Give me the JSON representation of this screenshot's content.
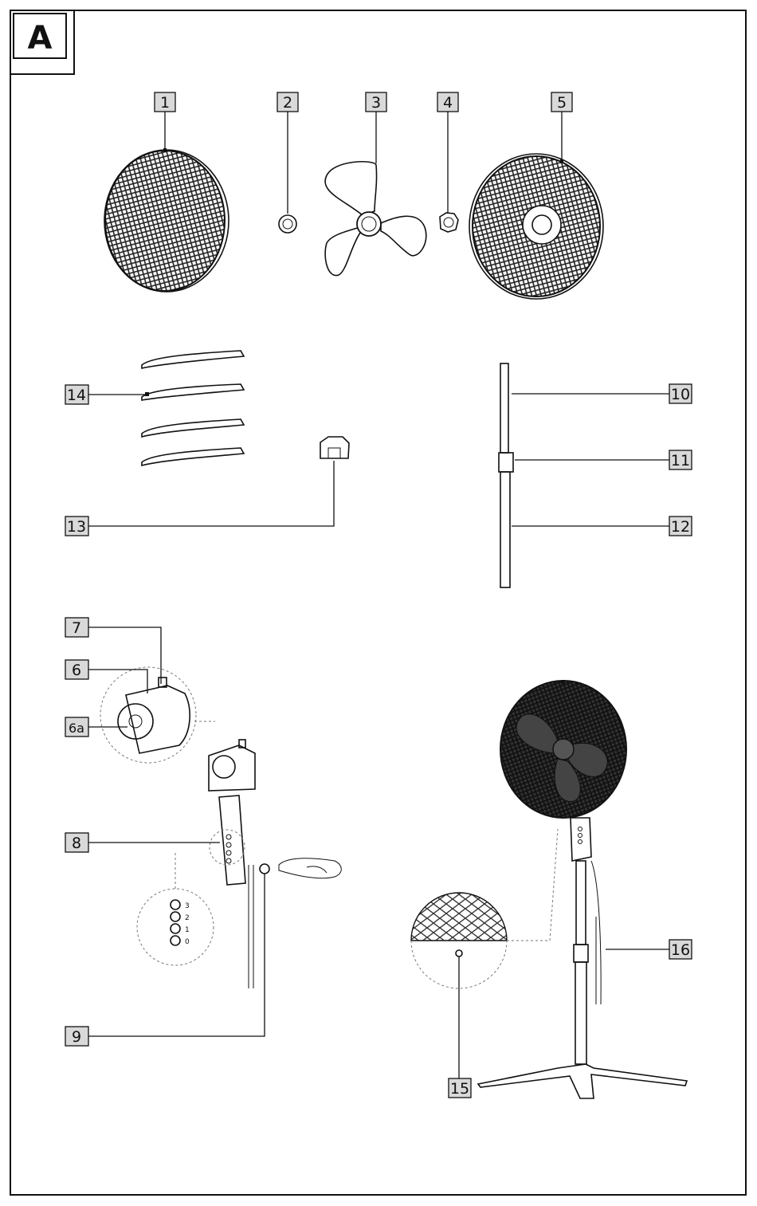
{
  "figure": {
    "section_letter": "A",
    "callouts": {
      "c1": "1",
      "c2": "2",
      "c3": "3",
      "c4": "4",
      "c5": "5",
      "c6": "6",
      "c6a": "6a",
      "c7": "7",
      "c8": "8",
      "c9": "9",
      "c10": "10",
      "c11": "11",
      "c12": "12",
      "c13": "13",
      "c14": "14",
      "c15": "15",
      "c16": "16"
    },
    "control_panel": {
      "s1": "3",
      "s2": "2",
      "s3": "1",
      "s4": "0"
    }
  },
  "colors": {
    "ink": "#111111",
    "label_fill": "#d9d9d9",
    "background": "#ffffff",
    "mesh_dark": "#2a2a2a"
  },
  "icons": [
    "fan-grille-icon",
    "spinner-cap-icon",
    "fan-blade-icon",
    "nut-icon",
    "pole-icon",
    "base-leg-icon",
    "connector-icon",
    "motor-head-icon",
    "control-body-icon",
    "power-plug-icon",
    "assembled-fan-icon"
  ]
}
